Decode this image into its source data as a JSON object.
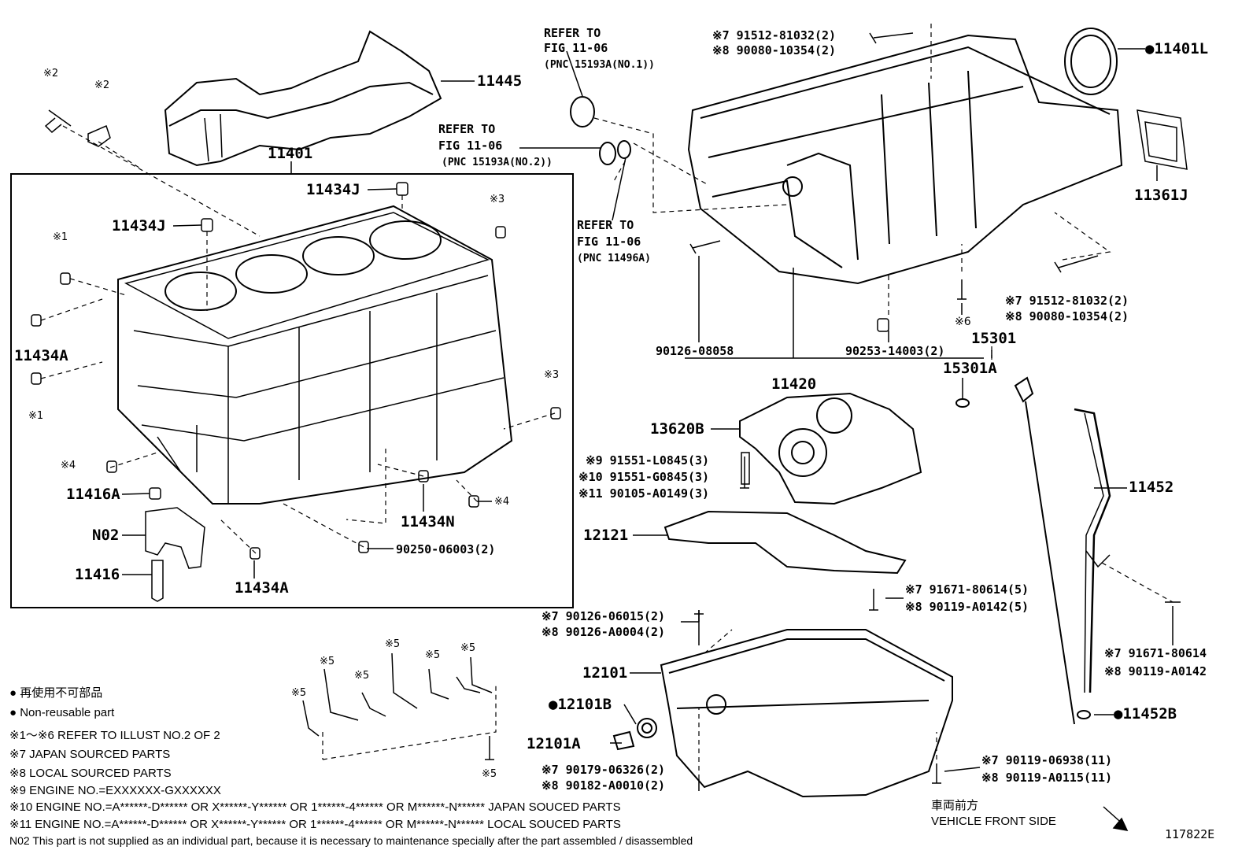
{
  "refs": {
    "r1": [
      "REFER TO",
      "FIG 11-06",
      "(PNC 15193A(NO.1))"
    ],
    "r2": [
      "REFER TO",
      "FIG 11-06",
      "(PNC 15193A(NO.2))"
    ],
    "r3": [
      "REFER TO",
      "FIG 11-06",
      "(PNC 11496A)"
    ]
  },
  "parts": {
    "p11445": "11445",
    "p11401": "11401",
    "p11434J_a": "11434J",
    "p11434J_b": "11434J",
    "p11434A_a": "11434A",
    "p11434A_b": "11434A",
    "p11416A": "11416A",
    "pN02": "N02",
    "p11416": "11416",
    "p11434N": "11434N",
    "p90250": "90250-06003(2)",
    "p11401L": "●11401L",
    "p11361J": "11361J",
    "p90126_08058": "90126-08058",
    "p90253": "90253-14003(2)",
    "p11420": "11420",
    "p15301": "15301",
    "p15301A": "15301A",
    "p13620B": "13620B",
    "p11452": "11452",
    "p12121": "12121",
    "p12101": "12101",
    "p12101B": "●12101B",
    "p12101A": "12101A",
    "p11452B": "●11452B"
  },
  "marks": {
    "m_top1": "※7 91512-81032(2)",
    "m_top2": "※8 90080-10354(2)",
    "m_r1": "※7 91512-81032(2)",
    "m_r2": "※8 90080-10354(2)",
    "m_x6": "※6",
    "m_991": "※9 91551-L0845(3)",
    "m_1091": "※10 91551-G0845(3)",
    "m_1190": "※11 90105-A0149(3)",
    "m_791671": "※7 91671-80614(5)",
    "m_890119": "※8 90119-A0142(5)",
    "m_790126": "※7 90126-06015(2)",
    "m_890126": "※8 90126-A0004(2)",
    "m_791671b": "※7 91671-80614",
    "m_890119b": "※8 90119-A0142",
    "m_790179": "※7 90179-06326(2)",
    "m_890182": "※8 90182-A0010(2)",
    "m_790119": "※7 90119-06938(11)",
    "m_890119c": "※8 90119-A0115(11)"
  },
  "tags": {
    "t2a": "※2",
    "t2b": "※2",
    "t1a": "※1",
    "t1b": "※1",
    "t3a": "※3",
    "t3b": "※3",
    "t4a": "※4",
    "t4b": "※4",
    "t5a": "※5",
    "t5b": "※5",
    "t5c": "※5",
    "t5d": "※5",
    "t5e": "※5",
    "t5f": "※5",
    "t5g": "※5"
  },
  "legend": [
    "● 再使用不可部品",
    "● Non-reusable part",
    "※1～※6  REFER TO ILLUST NO.2 OF 2",
    "※7 JAPAN SOURCED PARTS",
    "※8 LOCAL SOURCED PARTS",
    "※9 ENGINE NO.=EXXXXXX-GXXXXXX",
    "※10 ENGINE NO.=A******-D****** OR X******-Y****** OR 1******-4****** OR M******-N******  JAPAN SOUCED PARTS",
    "※11 ENGINE NO.=A******-D****** OR X******-Y****** OR 1******-4****** OR M******-N******  LOCAL SOUCED PARTS",
    "N02  This part is not supplied as an individual part, because it is necessary to maintenance specially after the part assembled / disassembled"
  ],
  "footer": {
    "front_jp": "車両前方",
    "front_en": "VEHICLE FRONT SIDE",
    "fig_id": "117822E"
  }
}
